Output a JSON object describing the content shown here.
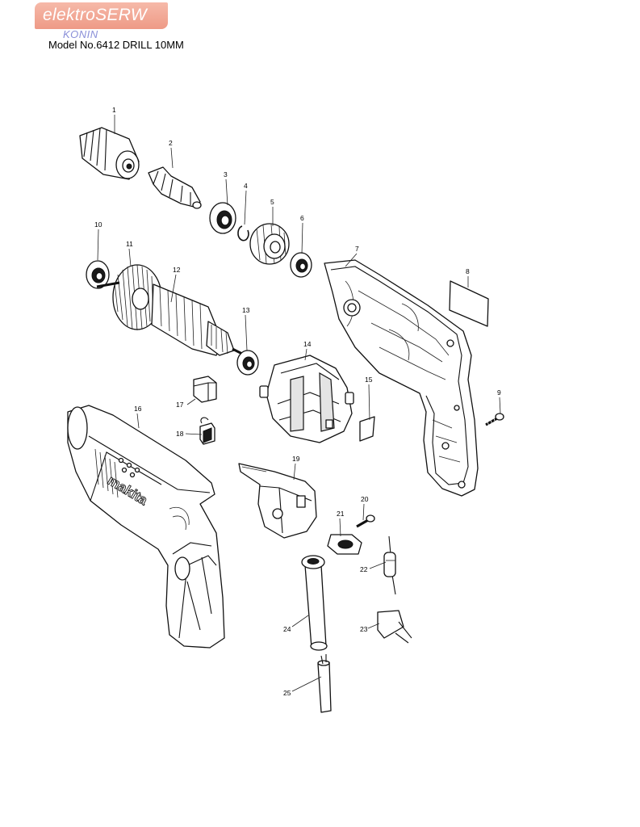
{
  "header": {
    "logo_text": "elektroSERW",
    "logo_subtext": "KONIN",
    "model_title": "Model No.6412 DRILL 10MM"
  },
  "colors": {
    "logo_bg": "#f2a693",
    "logo_sub": "#8a8fd8"
  },
  "diagram": {
    "brand_mark": "makita",
    "part_numbers": [
      "1",
      "2",
      "3",
      "4",
      "5",
      "6",
      "7",
      "8",
      "9",
      "10",
      "11",
      "12",
      "13",
      "14",
      "15",
      "16",
      "17",
      "18",
      "19",
      "20",
      "21",
      "22",
      "23",
      "24",
      "25"
    ]
  }
}
